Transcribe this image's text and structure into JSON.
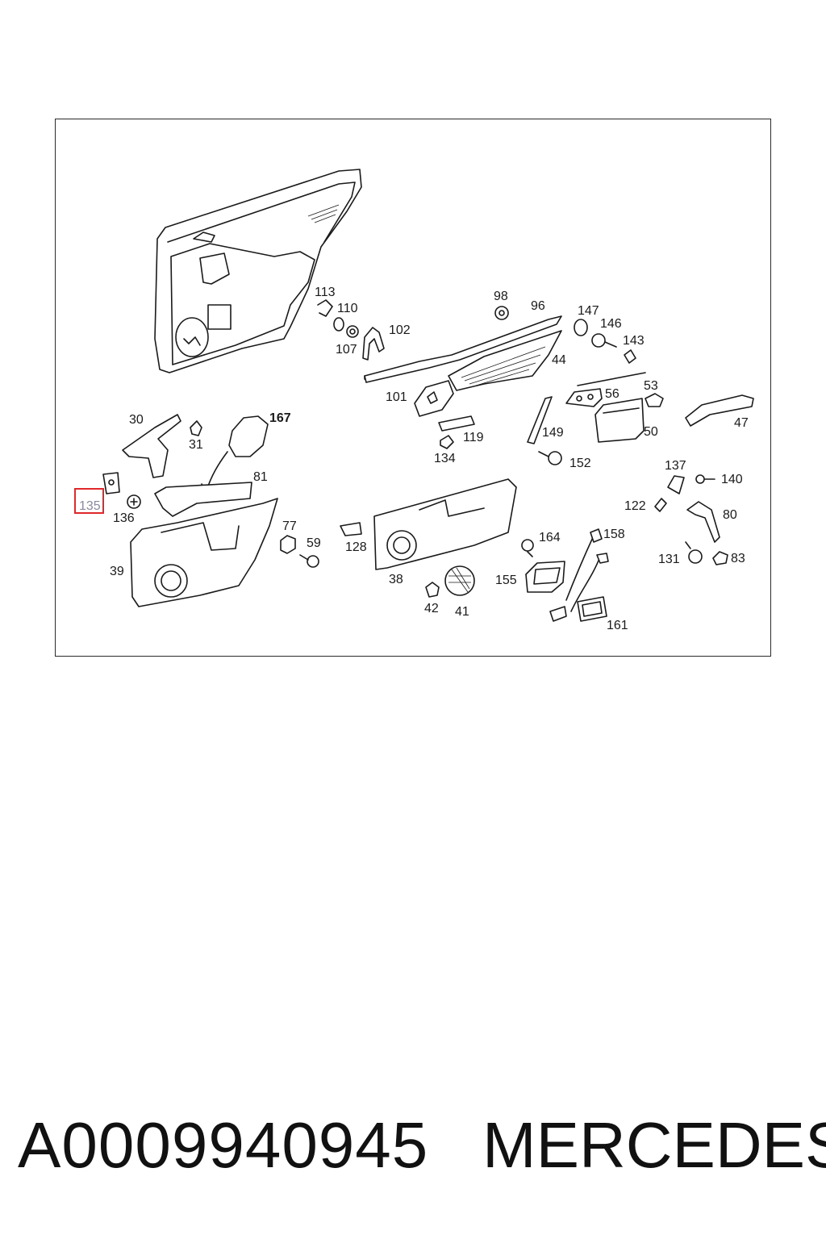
{
  "diagram": {
    "callouts": {
      "c113": "113",
      "c110": "110",
      "c107": "107",
      "c102": "102",
      "c98": "98",
      "c96": "96",
      "c147": "147",
      "c146": "146",
      "c143": "143",
      "c44": "44",
      "c56": "56",
      "c53": "53",
      "c101": "101",
      "c119": "119",
      "c134": "134",
      "c149": "149",
      "c152": "152",
      "c50": "50",
      "c47": "47",
      "c30": "30",
      "c31": "31",
      "c167": "167",
      "c81": "81",
      "c135": "135",
      "c136": "136",
      "c77": "77",
      "c59": "59",
      "c128": "128",
      "c39": "39",
      "c38": "38",
      "c42": "42",
      "c41": "41",
      "c164": "164",
      "c158": "158",
      "c155": "155",
      "c161": "161",
      "c137": "137",
      "c140": "140",
      "c122": "122",
      "c80": "80",
      "c131": "131",
      "c83": "83"
    },
    "highlight_color": "#e0282a"
  },
  "footer": {
    "part_number": "A0009940945",
    "brand": "MERCEDES"
  }
}
